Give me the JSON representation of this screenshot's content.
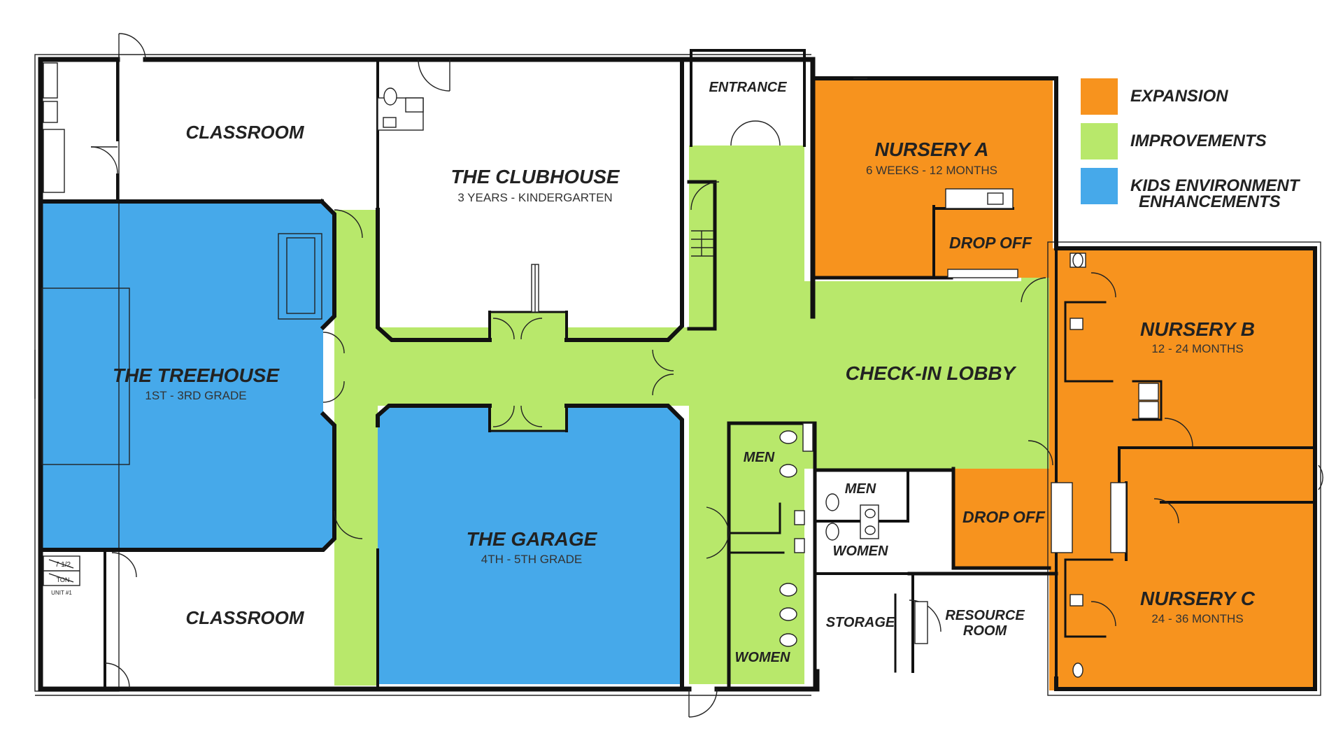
{
  "legend": {
    "items": [
      {
        "label": "EXPANSION",
        "color": "#f7931e"
      },
      {
        "label": "IMPROVEMENTS",
        "color": "#b8e86b"
      },
      {
        "label": "KIDS ENVIRONMENT ENHANCEMENTS",
        "line1": "KIDS ENVIRONMENT",
        "line2": "ENHANCEMENTS",
        "color": "#46a9ea"
      }
    ]
  },
  "rooms": {
    "classroom_top": {
      "title": "CLASSROOM"
    },
    "classroom_bottom": {
      "title": "CLASSROOM"
    },
    "clubhouse": {
      "title": "THE CLUBHOUSE",
      "subtitle": "3 YEARS - KINDERGARTEN"
    },
    "treehouse": {
      "title": "THE TREEHOUSE",
      "subtitle": "1ST - 3RD GRADE"
    },
    "garage": {
      "title": "THE GARAGE",
      "subtitle": "4TH - 5TH GRADE"
    },
    "entrance": {
      "title": "ENTRANCE"
    },
    "checkin": {
      "title": "CHECK-IN LOBBY"
    },
    "nursery_a": {
      "title": "NURSERY A",
      "subtitle": "6 WEEKS - 12 MONTHS"
    },
    "nursery_b": {
      "title": "NURSERY B",
      "subtitle": "12 - 24 MONTHS"
    },
    "nursery_c": {
      "title": "NURSERY C",
      "subtitle": "24 - 36 MONTHS"
    },
    "dropoff_a": {
      "title": "DROP OFF"
    },
    "dropoff_b": {
      "title": "DROP OFF"
    },
    "men_left": {
      "title": "MEN"
    },
    "women_left": {
      "title": "WOMEN"
    },
    "men_right": {
      "title": "MEN"
    },
    "women_right": {
      "title": "WOMEN"
    },
    "storage": {
      "title": "STORAGE"
    },
    "resource": {
      "title": "RESOURCE",
      "title2": "ROOM"
    }
  },
  "unit_label": {
    "line1": "7 1/2",
    "line2": "TON",
    "line3": "UNIT #1"
  },
  "colors": {
    "expansion": "#f7931e",
    "improvements": "#b8e86b",
    "enhancements": "#46a9ea",
    "walls": "#111111",
    "background": "#ffffff"
  }
}
